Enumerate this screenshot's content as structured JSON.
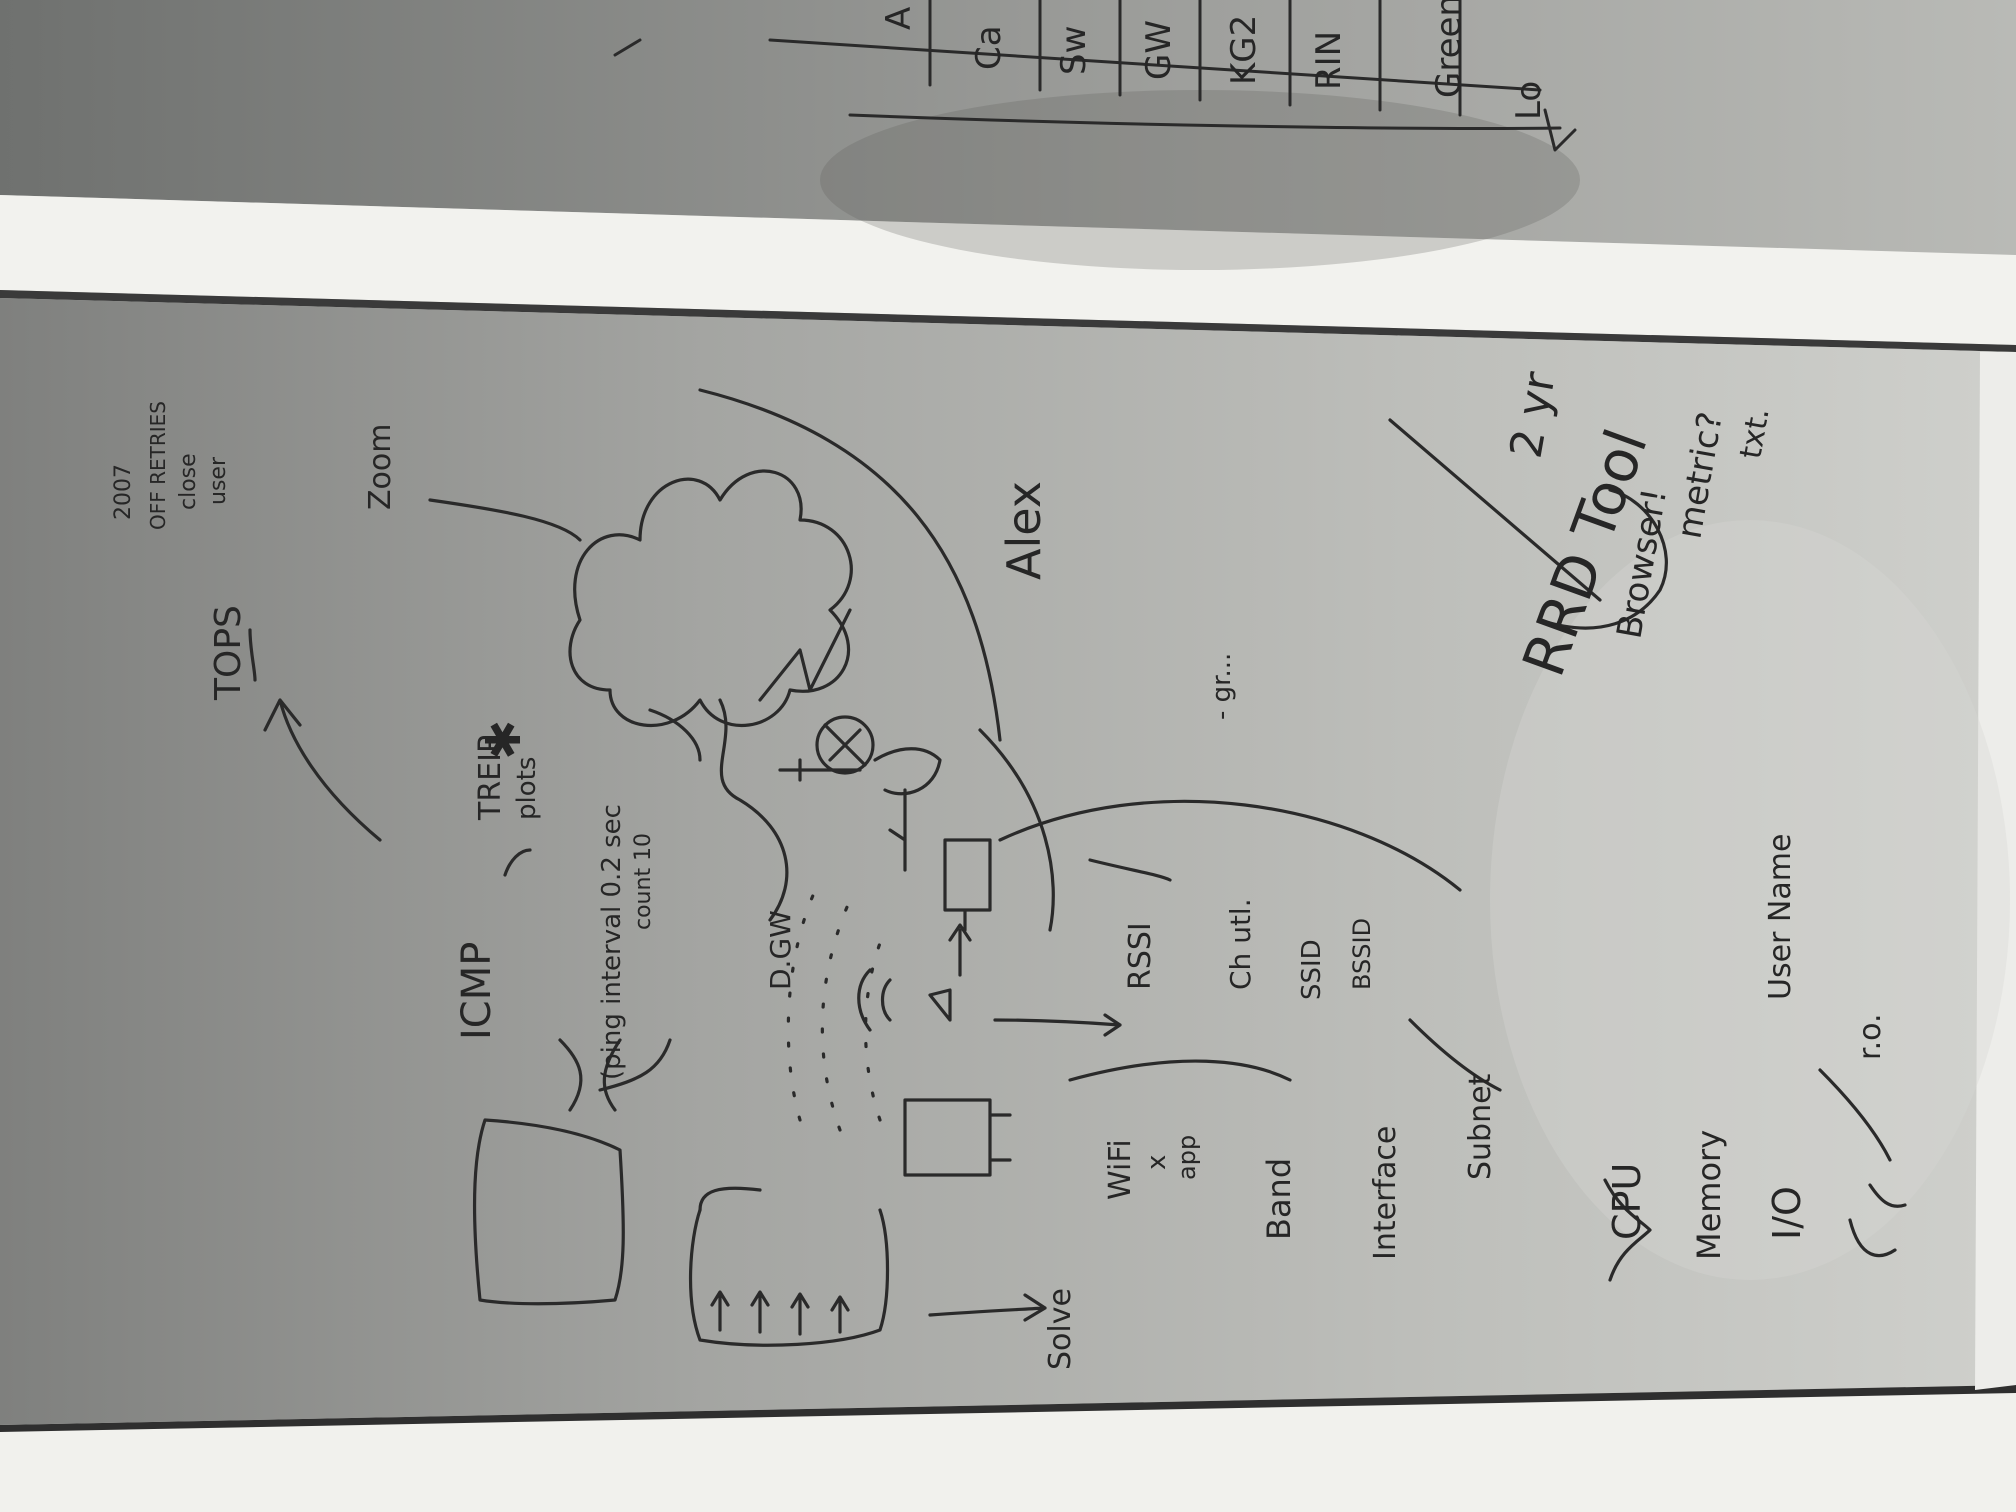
{
  "scene": {
    "description_free": true,
    "colors": {
      "wall_top": "#8f918f",
      "frame": "#f3f3f0",
      "glass_left": "#8a8b89",
      "glass_mid": "#b6b7b4",
      "glass_right": "#c9cac6",
      "ink": "#2a2a2a"
    }
  },
  "whiteboard": {
    "labels": {
      "icmp": "ICMP",
      "ping": "(ping interval 0.2 sec",
      "count": "count 10",
      "treip": "TREIP",
      "plots": "plots",
      "star": "✱",
      "tops": "TOPS",
      "tops_list": [
        "2007",
        "OFF RETRIES",
        "close",
        "user"
      ],
      "zoom": "Zoom",
      "alex": "Alex",
      "dgw": "D.GW",
      "rssi": "RSSI",
      "ch_utl": "Ch utl.",
      "ssid": "SSID",
      "bssid": "BSSID",
      "wifi": "WiFi",
      "x": "x",
      "app": "app",
      "band": "Band",
      "interface": "Interface",
      "subnet": "Subnet",
      "user_name": "User Name",
      "cpu": "CPU",
      "memory": "Memory",
      "io": "I/O",
      "sense": "r.o.",
      "rrd_tool": "RRD Tool",
      "rrd_sub": "2 yr",
      "browser": "Browser!",
      "metric": "metric?",
      "text": "txt.",
      "solve": "Solve",
      "minus_gr": "- gr..."
    },
    "top_panel_fragments": [
      "A",
      "Ca",
      "Sw",
      "GW",
      "KG2",
      "RIN",
      "Green",
      "Lo"
    ]
  }
}
